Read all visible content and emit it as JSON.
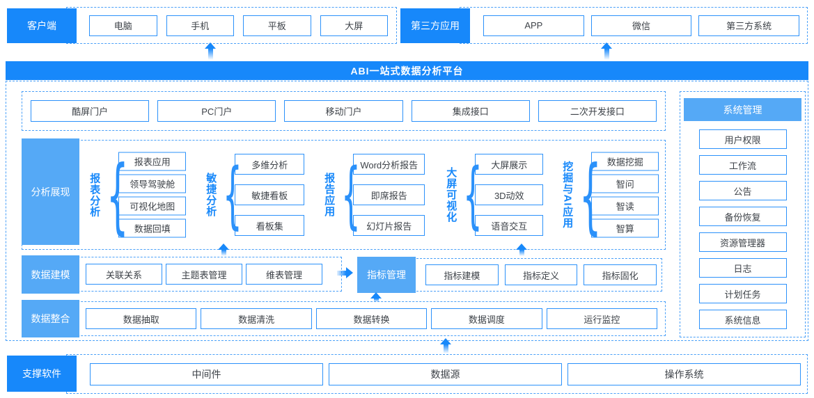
{
  "banner": {
    "title": "ABI一站式数据分析平台"
  },
  "top": {
    "client": {
      "label": "客户端",
      "items": [
        "电脑",
        "手机",
        "平板",
        "大屏"
      ]
    },
    "third_party": {
      "label": "第三方应用",
      "items": [
        "APP",
        "微信",
        "第三方系统"
      ]
    }
  },
  "portal": {
    "items": [
      "酷屏门户",
      "PC门户",
      "移动门户",
      "集成接口",
      "二次开发接口"
    ]
  },
  "analysis": {
    "label": "分析展现",
    "groups": [
      {
        "name": "报表分析",
        "items": [
          "报表应用",
          "领导驾驶舱",
          "可视化地图",
          "数据回填"
        ]
      },
      {
        "name": "敏捷分析",
        "items": [
          "多维分析",
          "敏捷看板",
          "看板集"
        ]
      },
      {
        "name": "报告应用",
        "items": [
          "Word分析报告",
          "即席报告",
          "幻灯片报告"
        ]
      },
      {
        "name": "大屏可视化",
        "items": [
          "大屏展示",
          "3D动效",
          "语音交互"
        ]
      },
      {
        "name": "挖掘与AI应用",
        "items": [
          "数据挖掘",
          "智问",
          "智读",
          "智算"
        ]
      }
    ]
  },
  "modeling": {
    "label": "数据建模",
    "items": [
      "关联关系",
      "主题表管理",
      "维表管理"
    ],
    "indicator_label": "指标管理",
    "indicator_items": [
      "指标建模",
      "指标定义",
      "指标固化"
    ]
  },
  "integration": {
    "label": "数据整合",
    "items": [
      "数据抽取",
      "数据清洗",
      "数据转换",
      "数据调度",
      "运行监控"
    ]
  },
  "system": {
    "label": "系统管理",
    "items": [
      "用户权限",
      "工作流",
      "公告",
      "备份恢复",
      "资源管理器",
      "日志",
      "计划任务",
      "系统信息"
    ]
  },
  "support": {
    "label": "支撑软件",
    "items": [
      "中间件",
      "数据源",
      "操作系统"
    ]
  },
  "colors": {
    "primary": "#1788fa",
    "light": "#55a9f6",
    "box_border": "#2b91fa",
    "dashed": "#4aa0f8"
  }
}
